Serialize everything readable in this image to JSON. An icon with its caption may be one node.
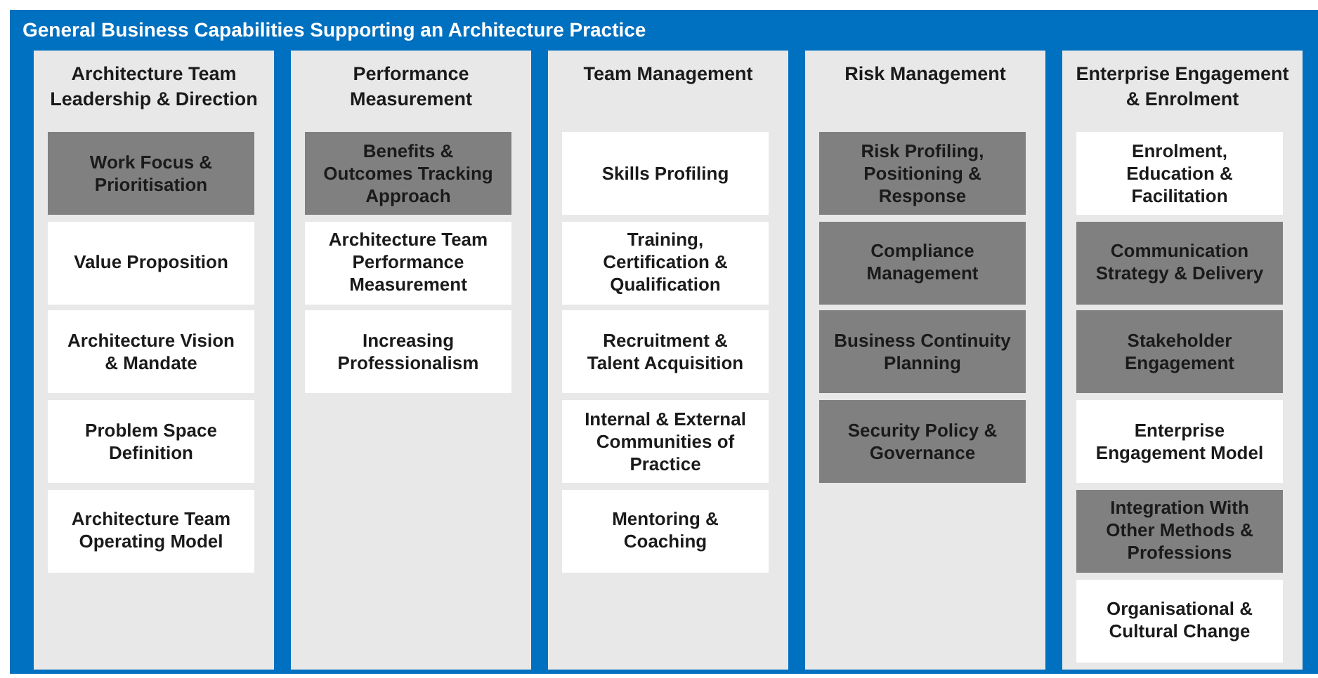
{
  "diagram": {
    "nodes": [
      {
        "text": [
          "General Business Capabilities Supporting an Architecture Practice"
        ]
      },
      {
        "text": [
          "Architecture Team Leadership & Direction"
        ],
        "in": 0
      },
      {
        "text": [
          "Work Focus & Prioritisation"
        ],
        "in": 1
      },
      {
        "text": [
          "Value Proposition"
        ],
        "in": 1
      },
      {
        "text": [
          "Architecture Vision & Mandate"
        ],
        "in": 1
      },
      {
        "text": [
          "Problem Space Definition"
        ],
        "in": 1
      },
      {
        "text": [
          "Architecture Team Operating Model"
        ],
        "in": 1
      },
      {
        "text": [
          "Performance Measurement"
        ],
        "in": 0
      },
      {
        "text": [
          "Benefits & Outcomes Tracking Approach"
        ],
        "in": 7
      },
      {
        "text": [
          "Architecture Team Performance Measurement"
        ],
        "in": 7
      },
      {
        "text": [
          "Increasing Professionalism"
        ],
        "in": 7
      },
      {
        "text": [
          "Team Management"
        ],
        "in": 0
      },
      {
        "text": [
          "Skills Profiling"
        ],
        "in": 11
      },
      {
        "text": [
          "Training, Certification & Qualification"
        ],
        "in": 11
      },
      {
        "text": [
          "Recruitment & Talent Acquisition"
        ],
        "in": 11
      },
      {
        "text": [
          "Internal & External Communities of Practice"
        ],
        "in": 11
      },
      {
        "text": [
          "Mentoring & Coaching"
        ],
        "in": 11
      },
      {
        "text": [
          "Risk Management"
        ],
        "in": 0
      },
      {
        "text": [
          "Risk Profiling, Positioning & Response"
        ],
        "in": 17
      },
      {
        "text": [
          "Compliance Management"
        ],
        "in": 17
      },
      {
        "text": [
          "Business Continuity Planning"
        ],
        "in": 17
      },
      {
        "text": [
          "Security Policy & Governance"
        ],
        "in": 17
      },
      {
        "text": [
          "Enterprise Engagement & Enrolment"
        ],
        "in": 0
      },
      {
        "text": [
          "Enrolment, Education & Facilitation"
        ],
        "in": 22
      },
      {
        "text": [
          "Communication Strategy & Delivery"
        ],
        "in": 22
      },
      {
        "text": [
          "Stakeholder Engagement"
        ],
        "in": 22
      },
      {
        "text": [
          "Enterprise Engagement Model"
        ],
        "in": 22
      },
      {
        "text": [
          "Integration With Other Methods & Professions"
        ],
        "in": 22
      },
      {
        "text": [
          "Organisational & Cultural Change"
        ],
        "in": 22
      }
    ]
  }
}
